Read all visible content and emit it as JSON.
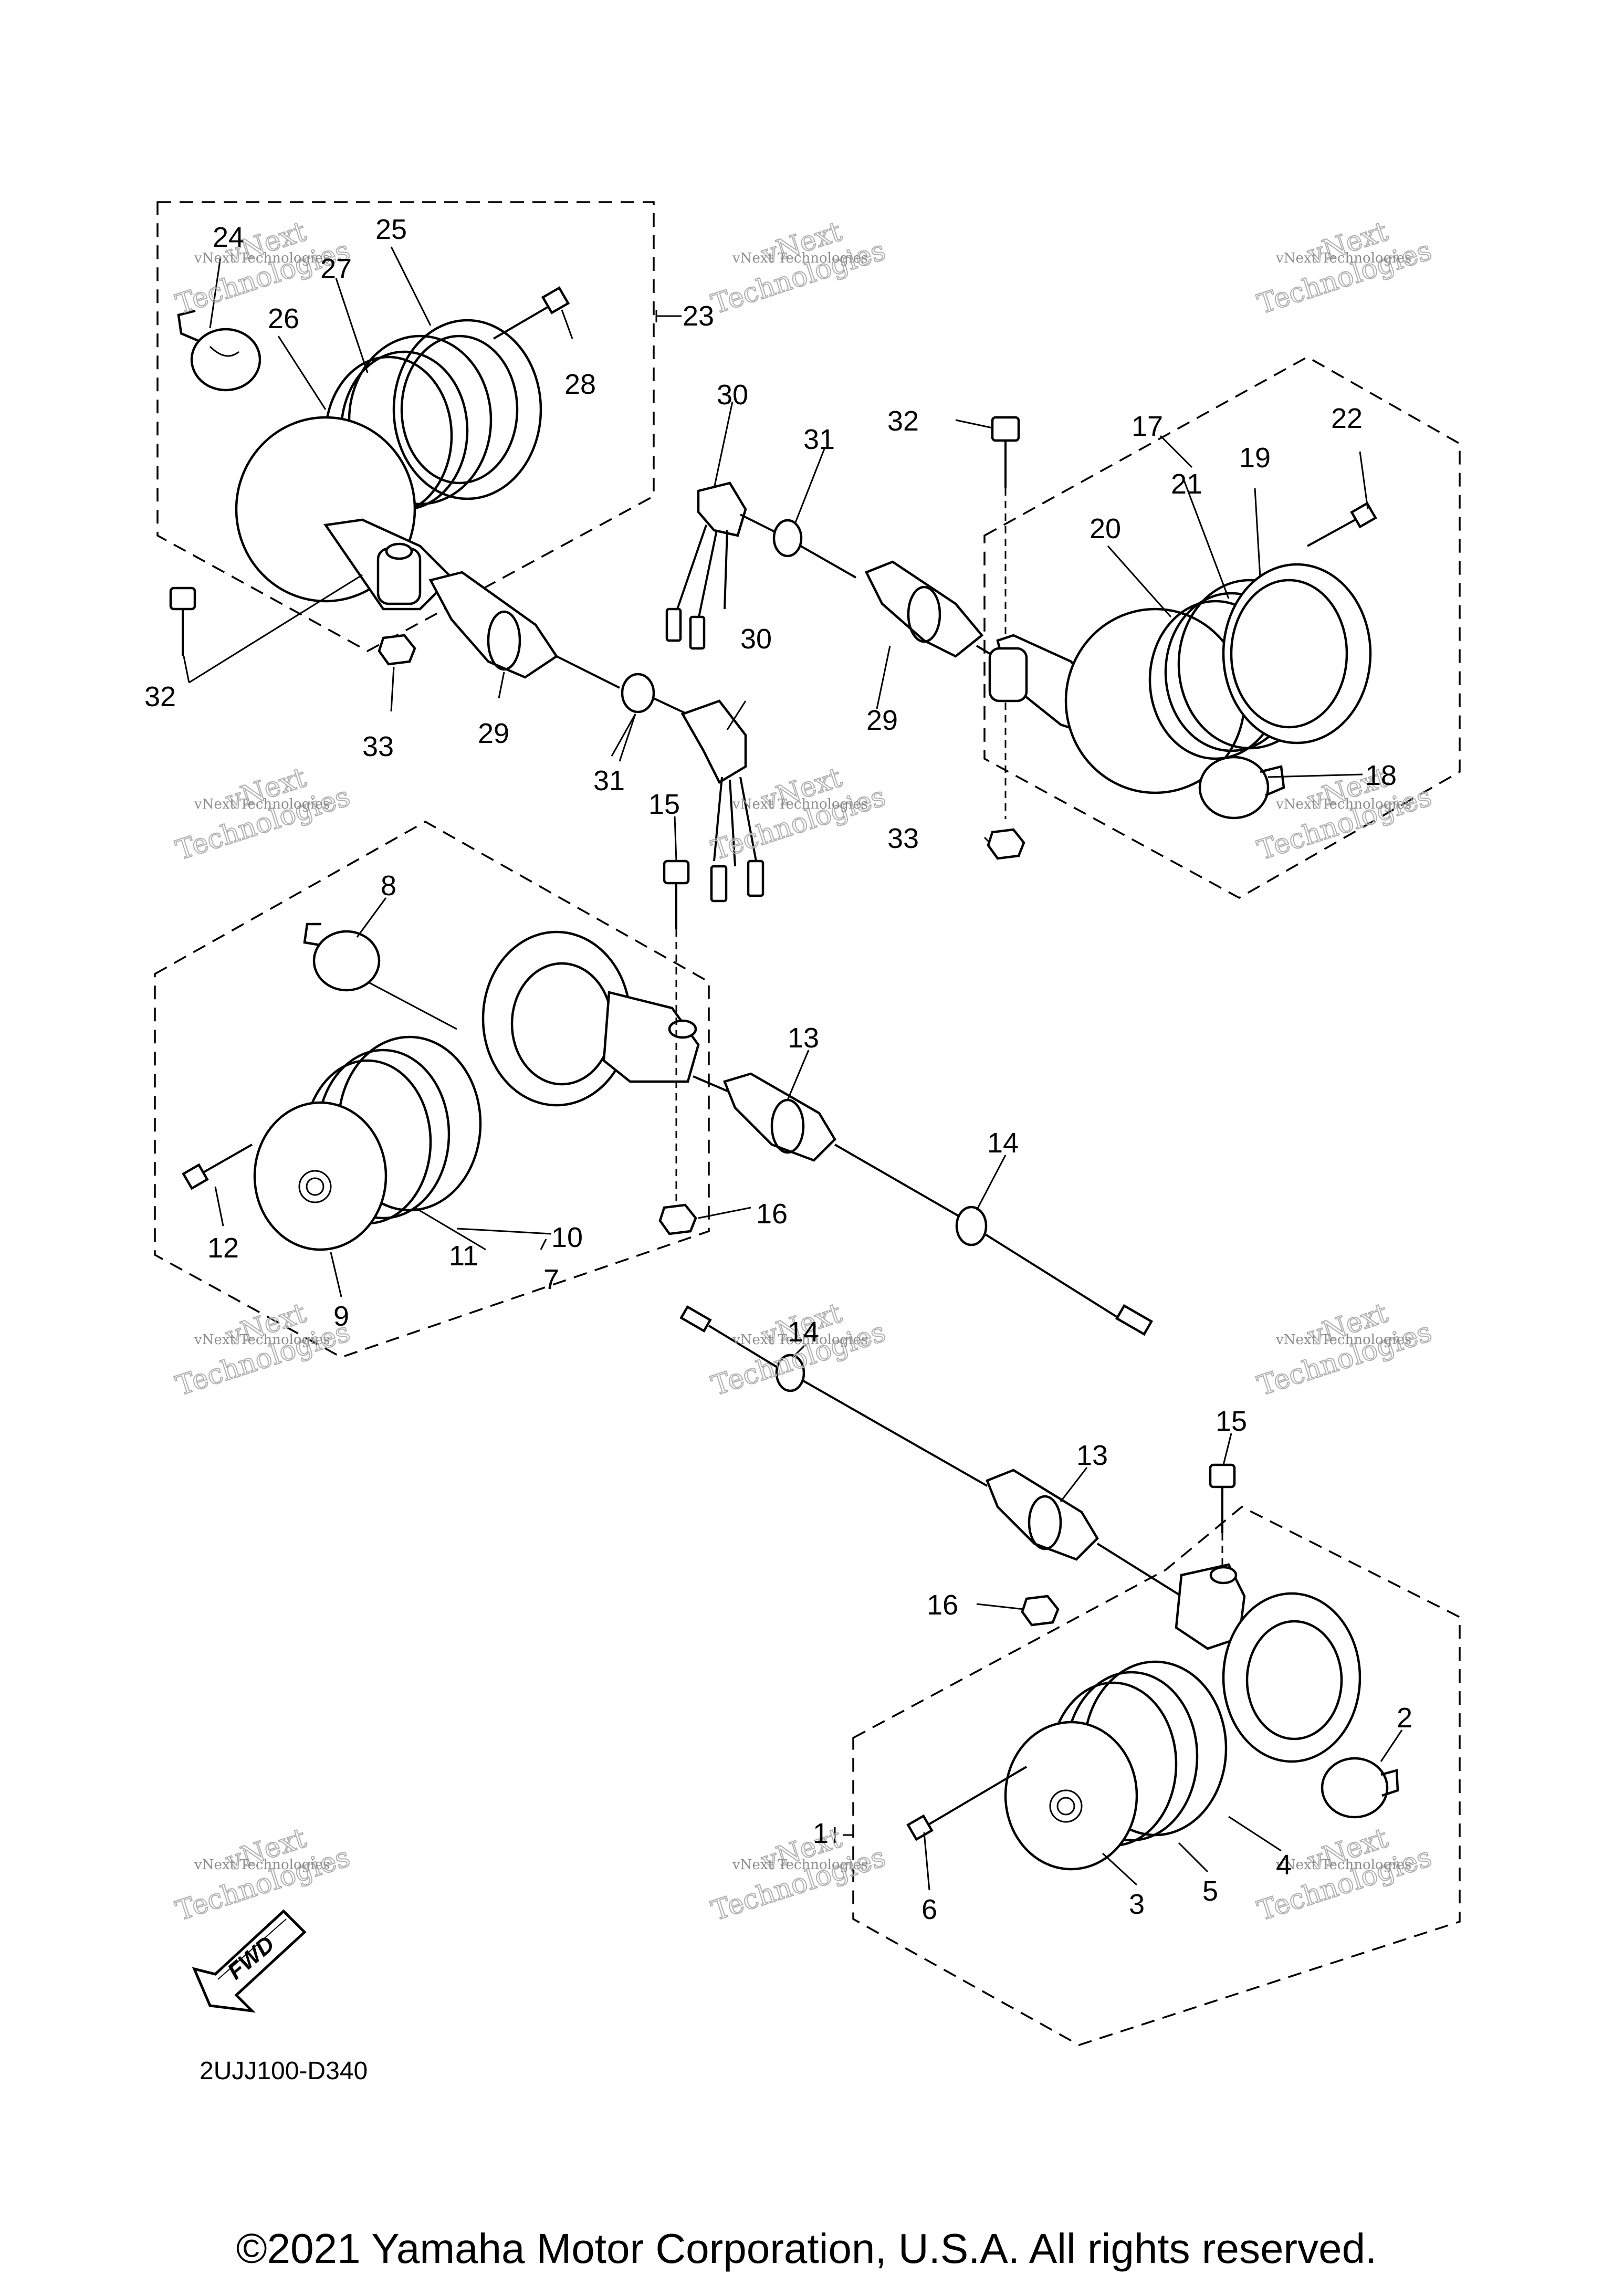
{
  "callouts": [
    "1",
    "2",
    "3",
    "4",
    "5",
    "6",
    "7",
    "8",
    "9",
    "10",
    "11",
    "12",
    "13",
    "13",
    "14",
    "14",
    "15",
    "15",
    "16",
    "16",
    "17",
    "18",
    "19",
    "20",
    "21",
    "22",
    "23",
    "24",
    "25",
    "26",
    "27",
    "28",
    "29",
    "29",
    "30",
    "30",
    "31",
    "31",
    "32",
    "32",
    "33",
    "33"
  ],
  "watermark": {
    "line1": "vNext",
    "line2": "Technologies",
    "small": "vNext Technologies"
  },
  "fwd_label": "FWD",
  "diagram_code": "2UJJ100-D340",
  "copyright": "©2021 Yamaha Motor Corporation, U.S.A. All rights reserved."
}
